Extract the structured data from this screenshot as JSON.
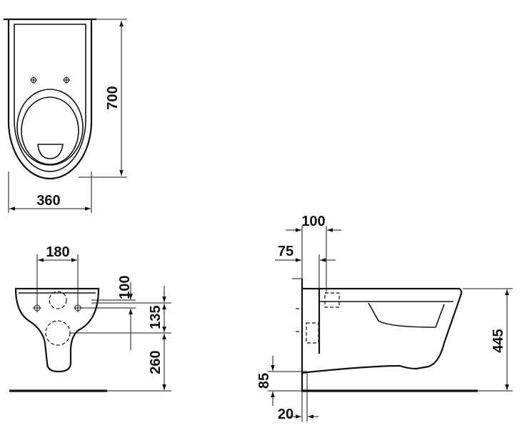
{
  "dimensions": {
    "top_view_height": "700",
    "top_view_width": "360",
    "front_hole_spacing": "180",
    "front_upper_offset": "100",
    "front_lower_offset": "135",
    "front_floor_height": "260",
    "side_depth_upper": "100",
    "side_depth_lower": "75",
    "side_rim_height": "445",
    "side_bottom_height": "85",
    "side_wall_gap": "20"
  }
}
